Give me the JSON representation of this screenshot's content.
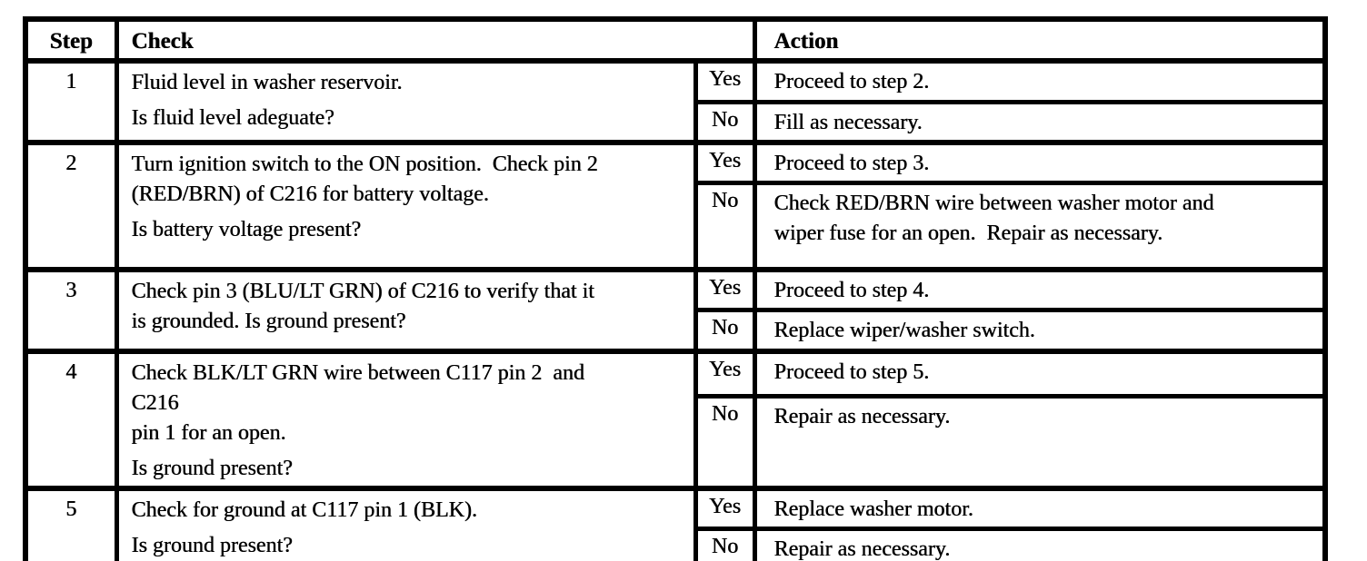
{
  "table": {
    "headers": {
      "step": "Step",
      "check": "Check",
      "action": "Action"
    },
    "labels": {
      "yes": "Yes",
      "no": "No"
    },
    "rows": [
      {
        "step": "1",
        "check": [
          [
            "Fluid level in washer reservoir."
          ],
          [
            "Is fluid level adeguate?"
          ]
        ],
        "yes_action": [
          "Proceed to step 2."
        ],
        "no_action": [
          "Fill as necessary."
        ]
      },
      {
        "step": "2",
        "check": [
          [
            "Turn ignition switch to the ON position.  Check pin 2",
            "(RED/BRN) of C216 for battery voltage."
          ],
          [
            "Is battery voltage present?"
          ]
        ],
        "yes_action": [
          "Proceed to step 3."
        ],
        "no_action": [
          "Check RED/BRN wire between washer motor and",
          "wiper fuse for an open.  Repair as necessary."
        ]
      },
      {
        "step": "3",
        "check": [
          [
            "Check pin 3 (BLU/LT GRN) of C216 to verify that it",
            "is grounded. Is ground present?"
          ]
        ],
        "yes_action": [
          "Proceed to step 4."
        ],
        "no_action": [
          "Replace wiper/washer switch."
        ]
      },
      {
        "step": "4",
        "check": [
          [
            "Check BLK/LT GRN wire between C117 pin 2  and",
            "C216",
            "pin 1 for an open."
          ],
          [
            "Is ground present?"
          ]
        ],
        "yes_action": [
          "Proceed to step 5."
        ],
        "no_action": [
          "Repair as necessary."
        ]
      },
      {
        "step": "5",
        "check": [
          [
            "Check for ground at C117 pin 1 (BLK)."
          ],
          [
            "Is ground present?"
          ]
        ],
        "yes_action": [
          "Replace washer motor."
        ],
        "no_action": [
          "Repair as necessary."
        ]
      }
    ]
  }
}
